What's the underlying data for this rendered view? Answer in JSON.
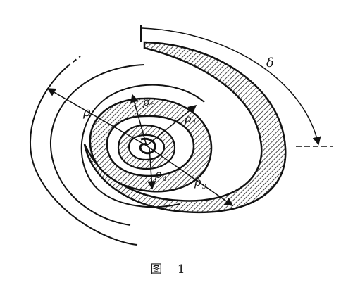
{
  "figure": {
    "labels": {
      "rho": "ρ",
      "rho1": "ρ",
      "rho1_sub": "1",
      "rho2": "ρ",
      "rho2_sub": "2",
      "rho3": "ρ",
      "rho3_sub": "3",
      "rho4": "ρ",
      "rho4_sub": "4",
      "delta": "δ"
    },
    "caption": "图 1",
    "colors": {
      "ink": "#111111",
      "paper": "#ffffff"
    }
  }
}
